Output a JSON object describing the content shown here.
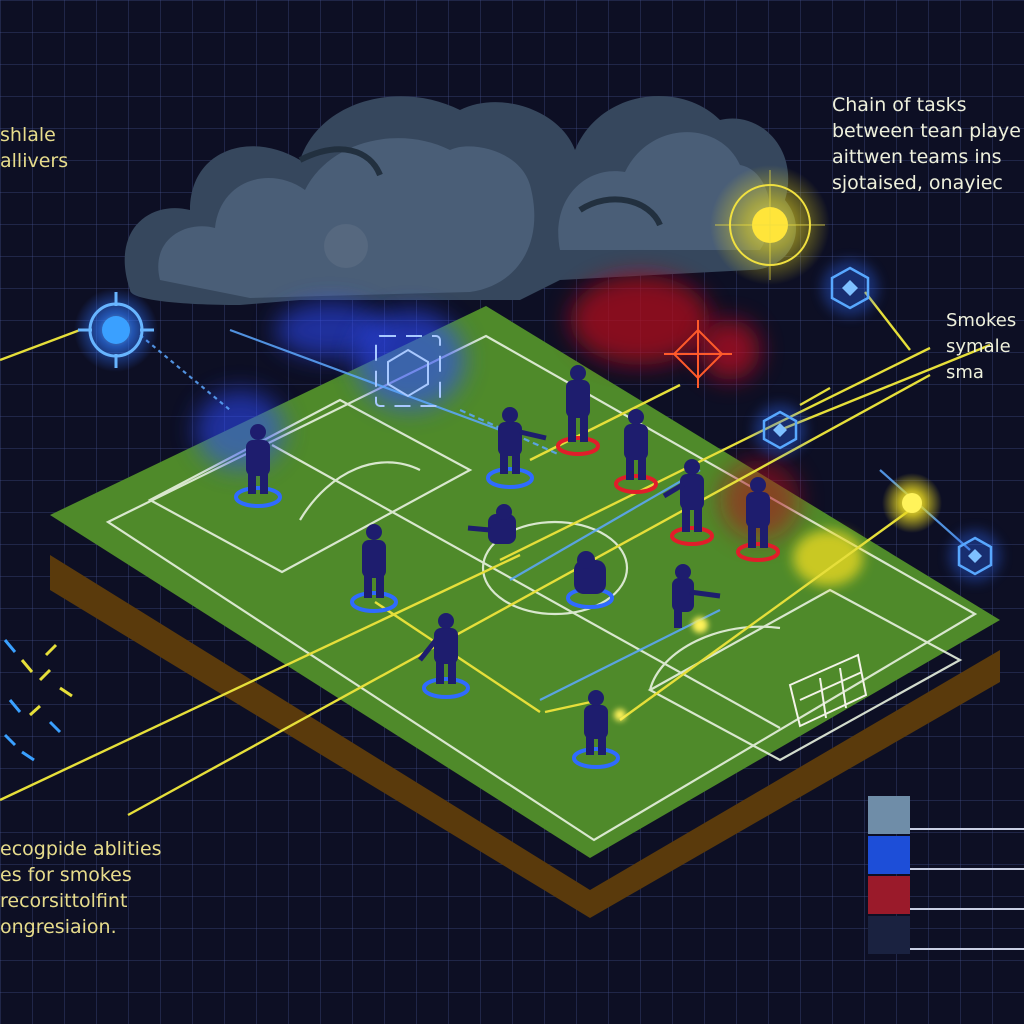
{
  "texts": {
    "top_left": [
      "shlale",
      "allivers"
    ],
    "top_right": [
      "Chain of tasks",
      "between tean playe",
      "aittwen teams ins",
      "sjotaised, onayiec"
    ],
    "middle_right": [
      "Smokes",
      "symale",
      "sma"
    ],
    "bottom_left": [
      "ecogpide ablities",
      "es for smokes",
      "recorsittolfint",
      "ongresiaion."
    ]
  },
  "legend": [
    {
      "color": "#6f8da8"
    },
    {
      "color": "#1d4ed8"
    },
    {
      "color": "#9a1a2a"
    },
    {
      "color": "#1a2240"
    }
  ],
  "colors": {
    "background": "#0d0f24",
    "pitch": "#4f8a2a",
    "team_blue": "#2f6bff",
    "team_red": "#e11d2a",
    "smoke_yellow": "#e8e020",
    "link_line": "#e6df3a",
    "player": "#1e1d6e",
    "cloud": "#3d4d63"
  }
}
